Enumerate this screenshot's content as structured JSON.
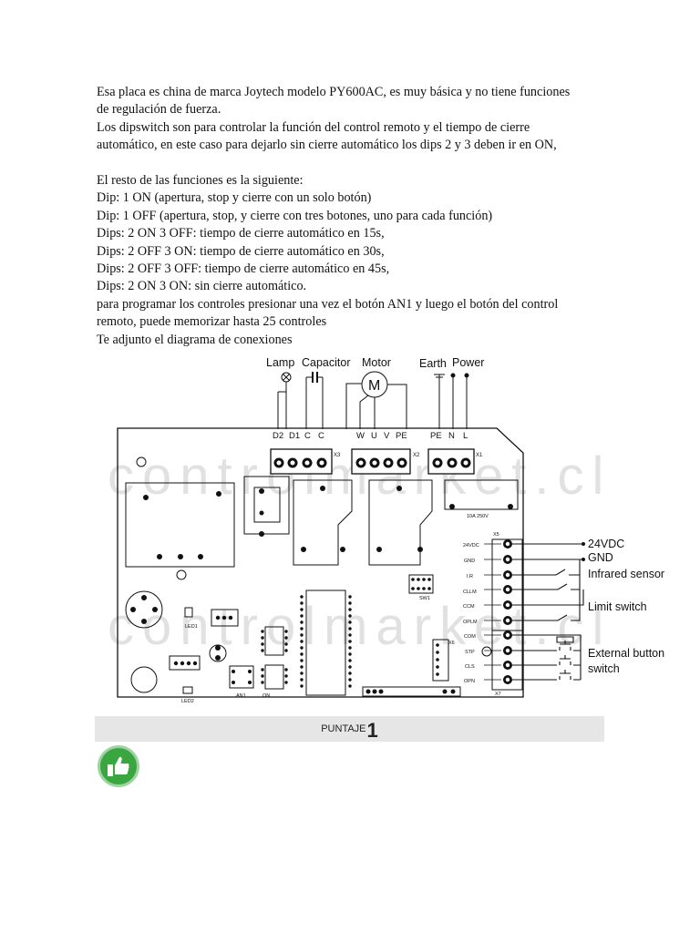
{
  "paragraphs": [
    "Esa placa es china de marca Joytech modelo PY600AC, es muy básica y no tiene funciones",
    "de regulación de fuerza.",
    "Los dipswitch son para controlar la función del control remoto y el tiempo de cierre",
    "automático, en este caso para dejarlo sin cierre automático los dips 2 y 3 deben ir en ON,",
    "",
    "El resto de las funciones es la siguiente:",
    "Dip: 1 ON (apertura, stop y cierre con un solo botón)",
    "Dip: 1 OFF (apertura, stop, y cierre con tres botones, uno para cada función)",
    "Dips: 2 ON 3 OFF: tiempo de cierre automático en 15s,",
    "Dips: 2 OFF 3 ON: tiempo de cierre automático en 30s,",
    "Dips: 2 OFF 3 OFF: tiempo de cierre automático en 45s,",
    "Dips: 2 ON 3 ON: sin cierre automático.",
    "para programar los controles presionar una vez el botón AN1 y luego el botón del control",
    "remoto, puede memorizar hasta 25 controles",
    "Te adjunto el diagrama de conexiones"
  ],
  "diagram": {
    "top_labels": {
      "lamp": "Lamp",
      "capacitor": "Capacitor",
      "motor": "Motor",
      "motor_symbol": "M",
      "earth": "Earth",
      "power": "Power"
    },
    "x3_pins": [
      "D2",
      "D1",
      "C",
      "C"
    ],
    "x3_label": "X3",
    "x2_pins": [
      "W",
      "U",
      "V",
      "PE"
    ],
    "x2_label": "X2",
    "x1_pins": [
      "PE",
      "N",
      "L"
    ],
    "x1_label": "X1",
    "fuse_label": "10A 250V",
    "x5_label": "X5",
    "x5_pins": [
      "24VDC",
      "GND",
      "I.R",
      "CLLM",
      "CCM",
      "OPLM"
    ],
    "x7_label": "X7",
    "x7_pins": [
      "COM",
      "STP",
      "CLS",
      "OPN"
    ],
    "right_labels": {
      "vdc": "24VDC",
      "gnd": "GND",
      "ir": "Infrared sensor",
      "limit": "Limit switch",
      "ext1": "External button",
      "ext2": "switch"
    },
    "board_labels": {
      "led1": "LED1",
      "led2": "LED2",
      "an1": "AN1",
      "on": "ON",
      "sw1": "SW1",
      "x6": "X6"
    },
    "watermark": "controlmarket.cl"
  },
  "score": {
    "label": "PUNTAJE",
    "value": "1"
  },
  "like_icon": "thumbs-up-icon",
  "colors": {
    "like_green": "#3aa640",
    "score_bar": "#e6e6e6"
  }
}
